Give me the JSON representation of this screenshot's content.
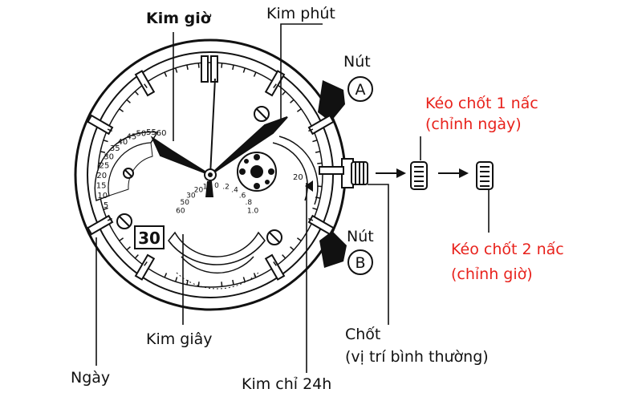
{
  "labels": {
    "hour_hand": "Kim giờ",
    "minute_hand": "Kim phút",
    "button_a": "Nút",
    "button_a_letter": "A",
    "button_b": "Nút",
    "button_b_letter": "B",
    "crown_step1_line1": "Kéo chốt 1 nấc",
    "crown_step1_line2": "(chỉnh ngày)",
    "crown_step2_line1": "Kéo chốt 2 nấc",
    "crown_step2_line2": "(chỉnh giờ)",
    "crown_line1": "Chốt",
    "crown_line2": "(vị trí bình thường)",
    "second_hand": "Kim giây",
    "date": "Ngày",
    "hand_24h": "Kim chỉ 24h"
  },
  "dial": {
    "date_value": "30",
    "left_subdial_ticks": [
      "60",
      "55",
      "50",
      "45",
      "40",
      "35",
      "30",
      "25",
      "20",
      "15",
      "10",
      "5"
    ],
    "bottom_subdial_ticks": [
      "60",
      "50",
      "30",
      "20",
      "10",
      "0",
      ".2",
      ".4",
      ".6",
      ".8",
      "1.0"
    ],
    "right_subdial_ticks": [
      "20"
    ]
  },
  "colors": {
    "ink": "#111111",
    "accent_red": "#e8221c",
    "background": "#ffffff"
  }
}
